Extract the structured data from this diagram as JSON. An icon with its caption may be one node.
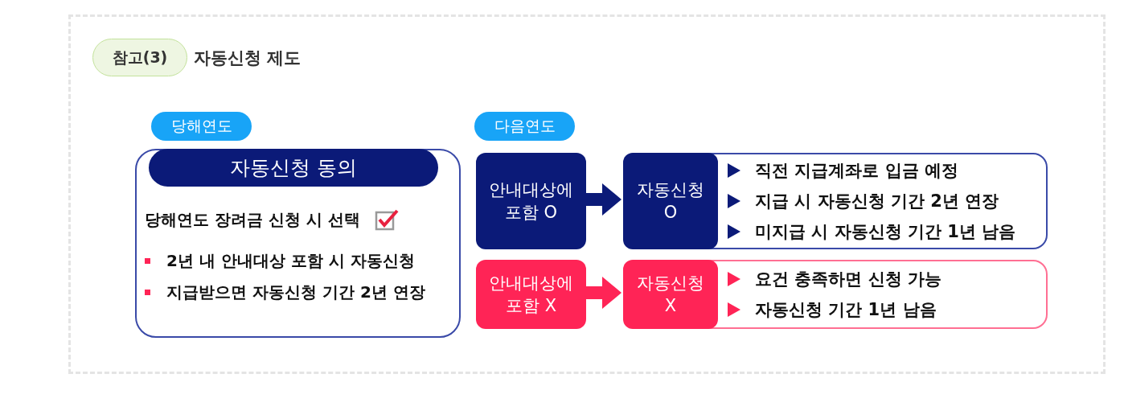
{
  "diagram": {
    "title": "자동신청 제도",
    "nodes": [
      {
        "text": [
          "참고(3)"
        ]
      },
      {
        "text": [
          "당해연도"
        ]
      },
      {
        "text": [
          "당해연도 장려금 신청 시 선택",
          "2년 내 안내대상 포함 시 자동신청",
          "지급받으면 자동신청 기간 2년 연장"
        ]
      },
      {
        "text": [
          "자동신청 동의"
        ],
        "in": 2
      },
      {
        "text": [
          "다음연도"
        ]
      },
      {
        "text": [
          "안내대상에 포함 O"
        ]
      },
      {
        "text": [
          "직전 지급계좌로 입금 예정",
          "지급 시 자동신청 기간 2년 연장",
          "미지급 시 자동신청 기간 1년 남음"
        ]
      },
      {
        "text": [
          "자동신청 O"
        ],
        "in": 6
      },
      {
        "text": [
          "안내대상에 포함 X"
        ]
      },
      {
        "text": [
          "요건 충족하면 신청 가능",
          "자동신청 기간 1년 남음"
        ]
      },
      {
        "text": [
          "자동신청 X"
        ],
        "in": 9
      }
    ],
    "edges": [
      {
        "from": 5,
        "to": 7,
        "arrow": "to"
      },
      {
        "from": 8,
        "to": 10,
        "arrow": "to",
        "color": "#ff2456"
      }
    ]
  }
}
